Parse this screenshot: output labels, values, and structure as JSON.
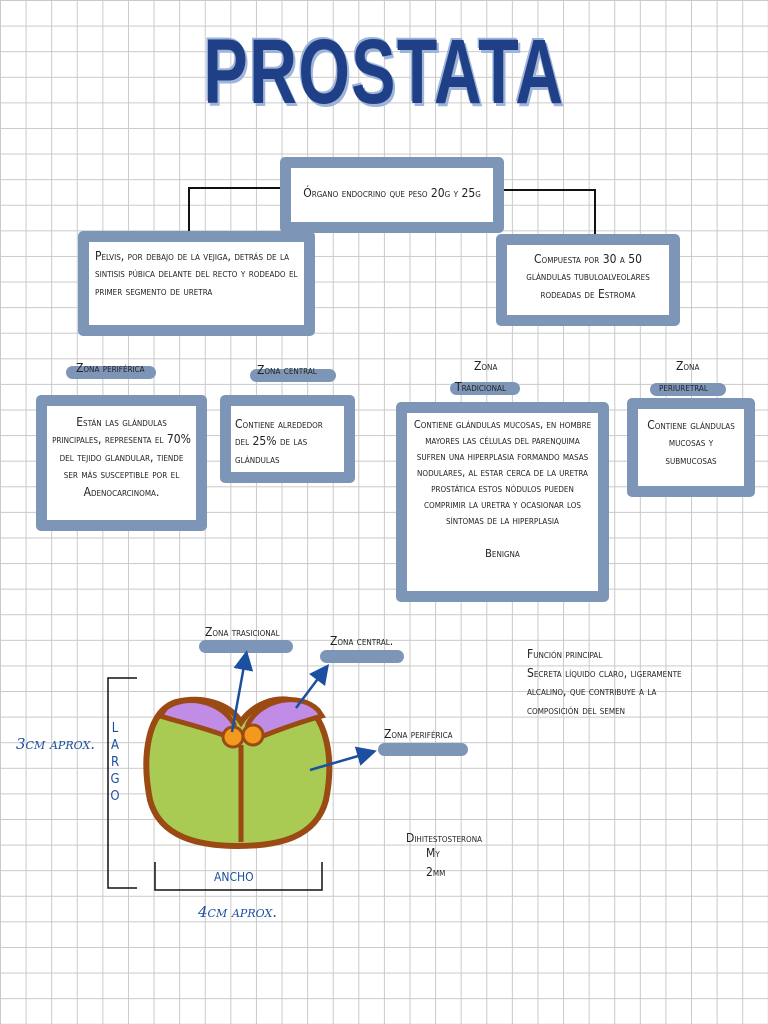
{
  "title": "PROSTATA",
  "root": "Órgano endocrino que peso 20g y 25g",
  "left_branch": "Pelvis, por debajo de la vejiga, detrás de la sintisis púbica delante del recto y rodeado el primer segmento de uretra",
  "right_branch": "Compuesta por 30 a 50 glándulas tubuloalveolares rodeadas de Estroma",
  "zones": [
    {
      "label": "Zona periférica",
      "text": "Están las glándulas principales, representa el 70% del tejido glandular, tiende ser más susceptible por el Adenocarcinoma."
    },
    {
      "label": "Zona central",
      "text": "Contiene alrededor del 25% de las glándulas"
    },
    {
      "label_1": "Zona",
      "label_2": "Tradicional",
      "text": "Contiene glándulas mucosas, en hombre mayores las células del parenquima sufren una hiperplasia formando masas nodulares, al estar cerca de la uretra prostática estos nódulos pueden comprimir la uretra y ocasionar los síntomas de la hiperplasia",
      "note": "Benigna"
    },
    {
      "label_1": "Zona",
      "label_2": "periuretral",
      "text": "Contiene glándulas mucosas y submucosas"
    }
  ],
  "diagram": {
    "label_transitional": "Zona trasicional",
    "label_central": "Zona central.",
    "label_peripheral": "Zona periférica",
    "largo": [
      "L",
      "A",
      "R",
      "G",
      "O"
    ],
    "ancho": "ANCHO",
    "height_note": "3cm aprox.",
    "width_note": "4cm aprox.",
    "colors": {
      "outline": "#9a4a12",
      "peripheral": "#a9cb54",
      "central": "#c08ce6",
      "transitional": "#f39a1e",
      "arrow": "#1b4fa0"
    }
  },
  "function": {
    "heading": "Función principal",
    "lines": [
      "Secreta líquido claro, ligeramente",
      "alcalino, que contribuye a la",
      "composición del semen"
    ]
  },
  "extra": [
    "Dihitestosterona",
    "My",
    "2mm"
  ]
}
